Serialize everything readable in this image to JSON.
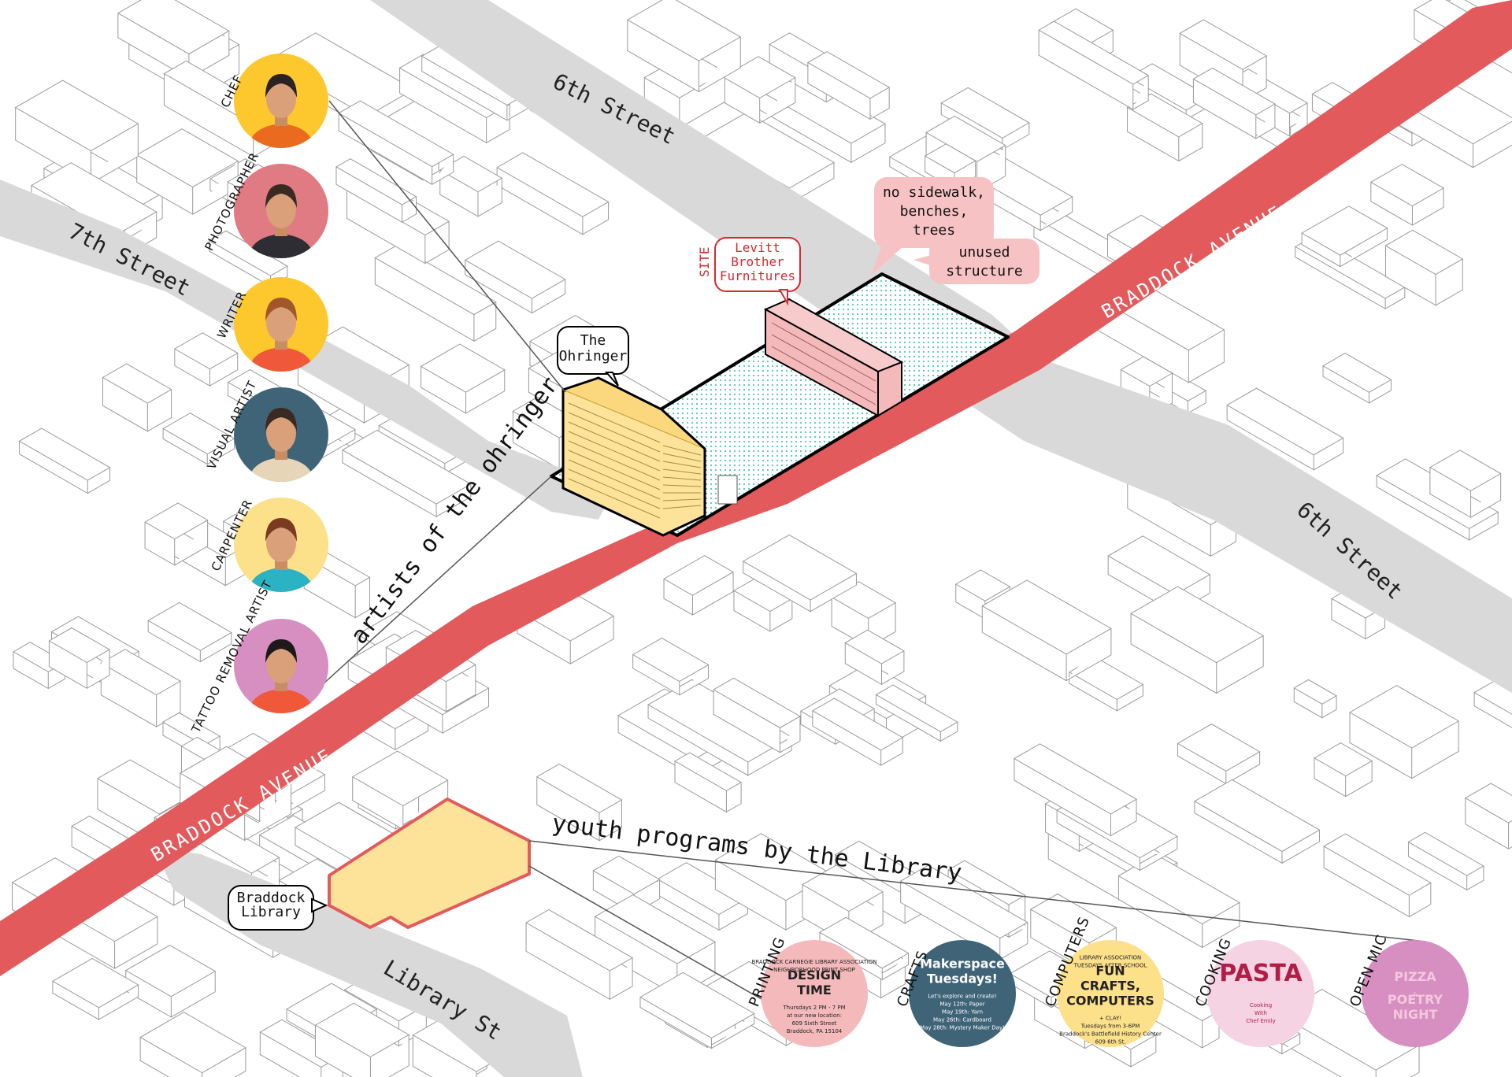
{
  "colors": {
    "avenue": "#e25a5c",
    "street": "#d9d9d9",
    "site_green": "#b9efe3",
    "ohringer": "#fde39a",
    "levitt": "#f4b9bb",
    "note_bubble": "#f7c2c4",
    "library": "#fde39a"
  },
  "streets": {
    "sixth_street_top": "6th Street",
    "seventh_street": "7th Street",
    "sixth_street_right": "6th Street",
    "library_st": "Library St",
    "braddock_upper": "BRADDOCK   AVENUE",
    "braddock_lower": "BRADDOCK   AVENUE"
  },
  "labels": {
    "ohringer": "The\nOhringer",
    "site_tag": "SITE",
    "levitt": "Levitt\nBrother\nFurnitures",
    "note_sidewalk": "no sidewalk,\nbenches,\ntrees",
    "note_unused": "unused\nstructure",
    "braddock_library": "Braddock\nLibrary",
    "artists_caption": "artists of the ohringer",
    "youth_caption": "youth programs by the Library"
  },
  "artists": [
    {
      "role": "CHEF",
      "bg": "#fdc72e",
      "shirt": "#ea6b1f",
      "hair": "#2b2222",
      "icon": "chef-avatar-icon"
    },
    {
      "role": "PHOTOGRAPHER",
      "bg": "#e07b83",
      "shirt": "#2d2d33",
      "hair": "#3a2a22",
      "icon": "photographer-avatar-icon"
    },
    {
      "role": "WRITER",
      "bg": "#fdc72e",
      "shirt": "#f0583a",
      "hair": "#a1572a",
      "icon": "writer-avatar-icon"
    },
    {
      "role": "VISUAL ARTIST",
      "bg": "#3f6478",
      "shirt": "#e6d6b7",
      "hair": "#3a2a22",
      "icon": "visual-artist-avatar-icon"
    },
    {
      "role": "CARPENTER",
      "bg": "#fde08a",
      "shirt": "#2bb3c3",
      "hair": "#7a3b20",
      "icon": "carpenter-avatar-icon"
    },
    {
      "role": "TATTOO REMOVAL ARTIST",
      "bg": "#d68fc0",
      "shirt": "#f0583a",
      "hair": "#1f1a1a",
      "icon": "tattoo-artist-avatar-icon"
    }
  ],
  "programs": [
    {
      "category": "PRINTING",
      "bg": "#f4b9bb",
      "lines": [
        "BRADDOCK CARNEGIE LIBRARY ASSOCIATION",
        "NEIGHBORHOOD PRINT SHOP",
        "DESIGN",
        "TIME",
        "Thursdays 2 PM - 7 PM",
        "at our new location:",
        "609 Sixth Street",
        "Braddock, PA 15104"
      ]
    },
    {
      "category": "CRAFTS",
      "bg": "#3f6478",
      "lines": [
        "Makerspace",
        "Tuesdays!",
        "Let's explore and create!",
        "May 12th: Paper",
        "May 19th: Yarn",
        "May 26th: Cardboard",
        "May 28th: Mystery Maker Day!"
      ]
    },
    {
      "category": "COMPUTERS",
      "bg": "#fde08a",
      "lines": [
        "LIBRARY ASSOCIATION",
        "TUESDAYS AFTER SCHOOL",
        "FUN",
        "CRAFTS,",
        "COMPUTERS",
        "+ CLAY!",
        "Tuesdays from 3-6PM",
        "Braddock's Battlefield History Center",
        "609 6th St."
      ]
    },
    {
      "category": "COOKING",
      "bg": "#f6d3e3",
      "lines": [
        "PASTA",
        "Cooking",
        "With",
        "Chef Emily"
      ]
    },
    {
      "category": "OPEN MIC",
      "bg": "#d68fc0",
      "lines": [
        "PIZZA",
        "&",
        "POETRY",
        "NIGHT"
      ]
    }
  ]
}
